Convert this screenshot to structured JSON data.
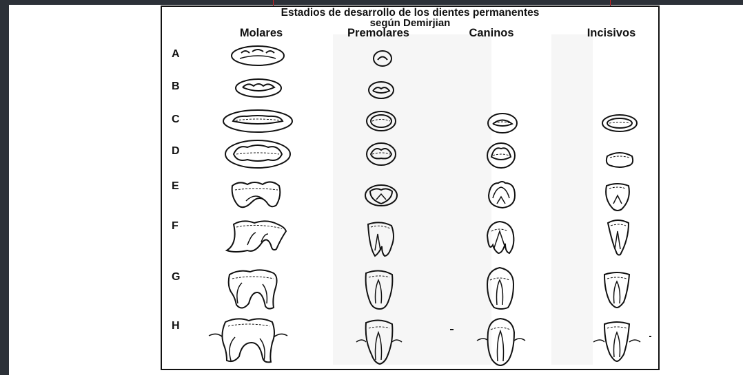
{
  "figure": {
    "title_line1": "Estadios de desarrollo de los dientes permanentes",
    "title_line2": "según Demirjian",
    "columns": [
      "Molares",
      "Premolares",
      "Caninos",
      "Incisivos"
    ],
    "rows": [
      "A",
      "B",
      "C",
      "D",
      "E",
      "F",
      "G",
      "H"
    ]
  },
  "colors": {
    "frame": "#2c3138",
    "highlight_border": "#d62020",
    "ink": "#111111"
  }
}
